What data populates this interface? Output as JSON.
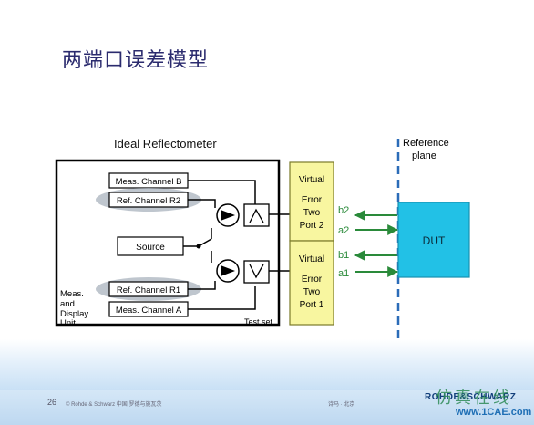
{
  "slide": {
    "title": "两端口误差模型"
  },
  "reflectometer": {
    "title": "Ideal Reflectometer",
    "blocks": {
      "meas_b": "Meas. Channel B",
      "ref_r2": "Ref. Channel R2",
      "source": "Source",
      "ref_r1": "Ref. Channel R1",
      "meas_a": "Meas. Channel A"
    },
    "unit_label_lines": [
      "Meas.",
      "and",
      "Display",
      "Unit"
    ],
    "test_set_label": "Test set"
  },
  "error_ports": [
    {
      "lines": [
        "Virtual",
        "Error",
        "Two",
        "Port 2"
      ]
    },
    {
      "lines": [
        "Virtual",
        "Error",
        "Two",
        "Port 1"
      ]
    }
  ],
  "waves": [
    "b2",
    "a2",
    "b1",
    "a1"
  ],
  "reference_plane": {
    "lines": [
      "Reference",
      "plane"
    ]
  },
  "dut": {
    "label": "DUT"
  },
  "colors": {
    "error_port_fill": "#f8f6a0",
    "dut_fill": "#22c1e6",
    "arrow": "#2a8a3a",
    "reference_line": "#2b6cb8"
  },
  "footer": {
    "page_number": "26",
    "copyright": "© Rohde & Schwarz 中国 罗德与施瓦茨",
    "note": "诗马 · 北京",
    "brand": "ROHDE&SCHWARZ"
  },
  "watermark": {
    "text": "仿真在线",
    "url": "www.1CAE.com"
  }
}
